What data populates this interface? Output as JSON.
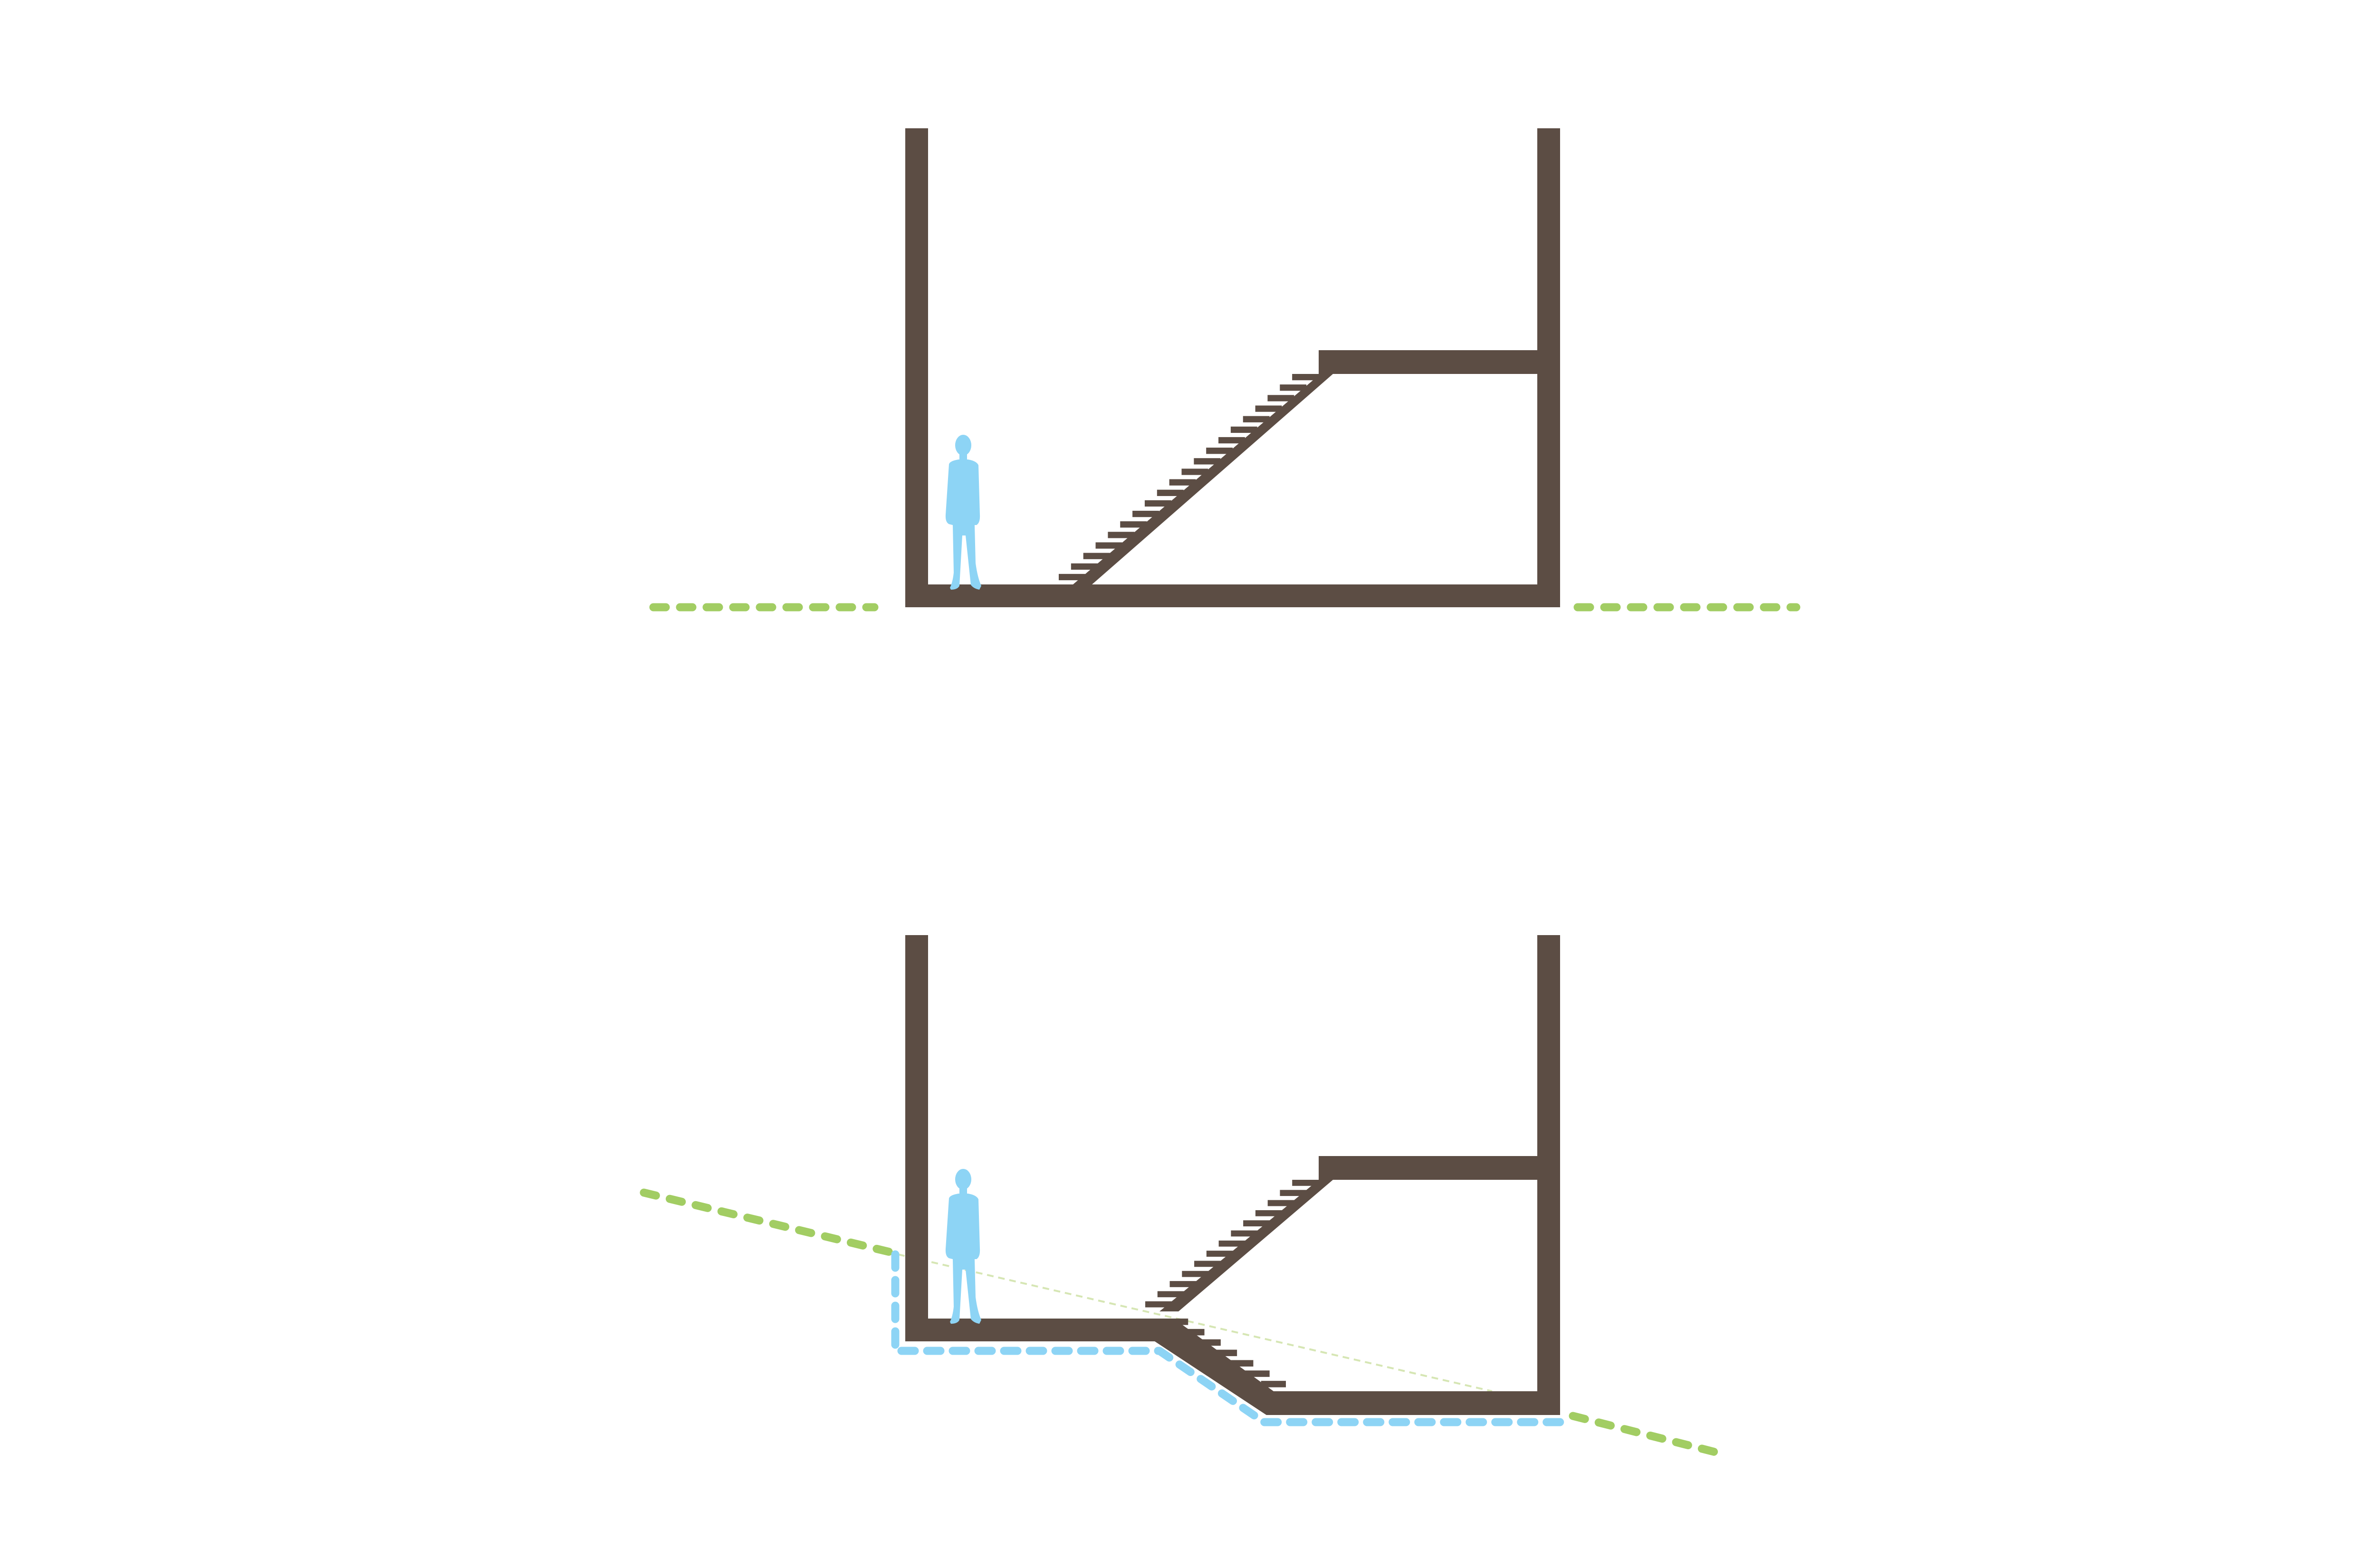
{
  "diagram": {
    "panels": [
      {
        "id": "flat-site-section",
        "ground": "flat",
        "elements": [
          "wall-left",
          "wall-right",
          "ground-floor-slab",
          "upper-floor-slab",
          "stair-up",
          "person-figure",
          "ground-line"
        ]
      },
      {
        "id": "sloped-site-section",
        "ground": "sloped",
        "elements": [
          "wall-left",
          "wall-right",
          "upper-slab-left",
          "upper-floor-slab",
          "stair-up",
          "stair-down",
          "lower-floor-slab",
          "person-figure",
          "ground-line",
          "excavation-outline",
          "original-grade-line"
        ]
      }
    ]
  },
  "colors": {
    "structure": "#5c4d44",
    "person": "#8dd4f5",
    "ground_line": "#a2cd63",
    "excavation_line": "#8dd4f5",
    "original_grade": "#d6e6b4",
    "background": "#ffffff"
  }
}
